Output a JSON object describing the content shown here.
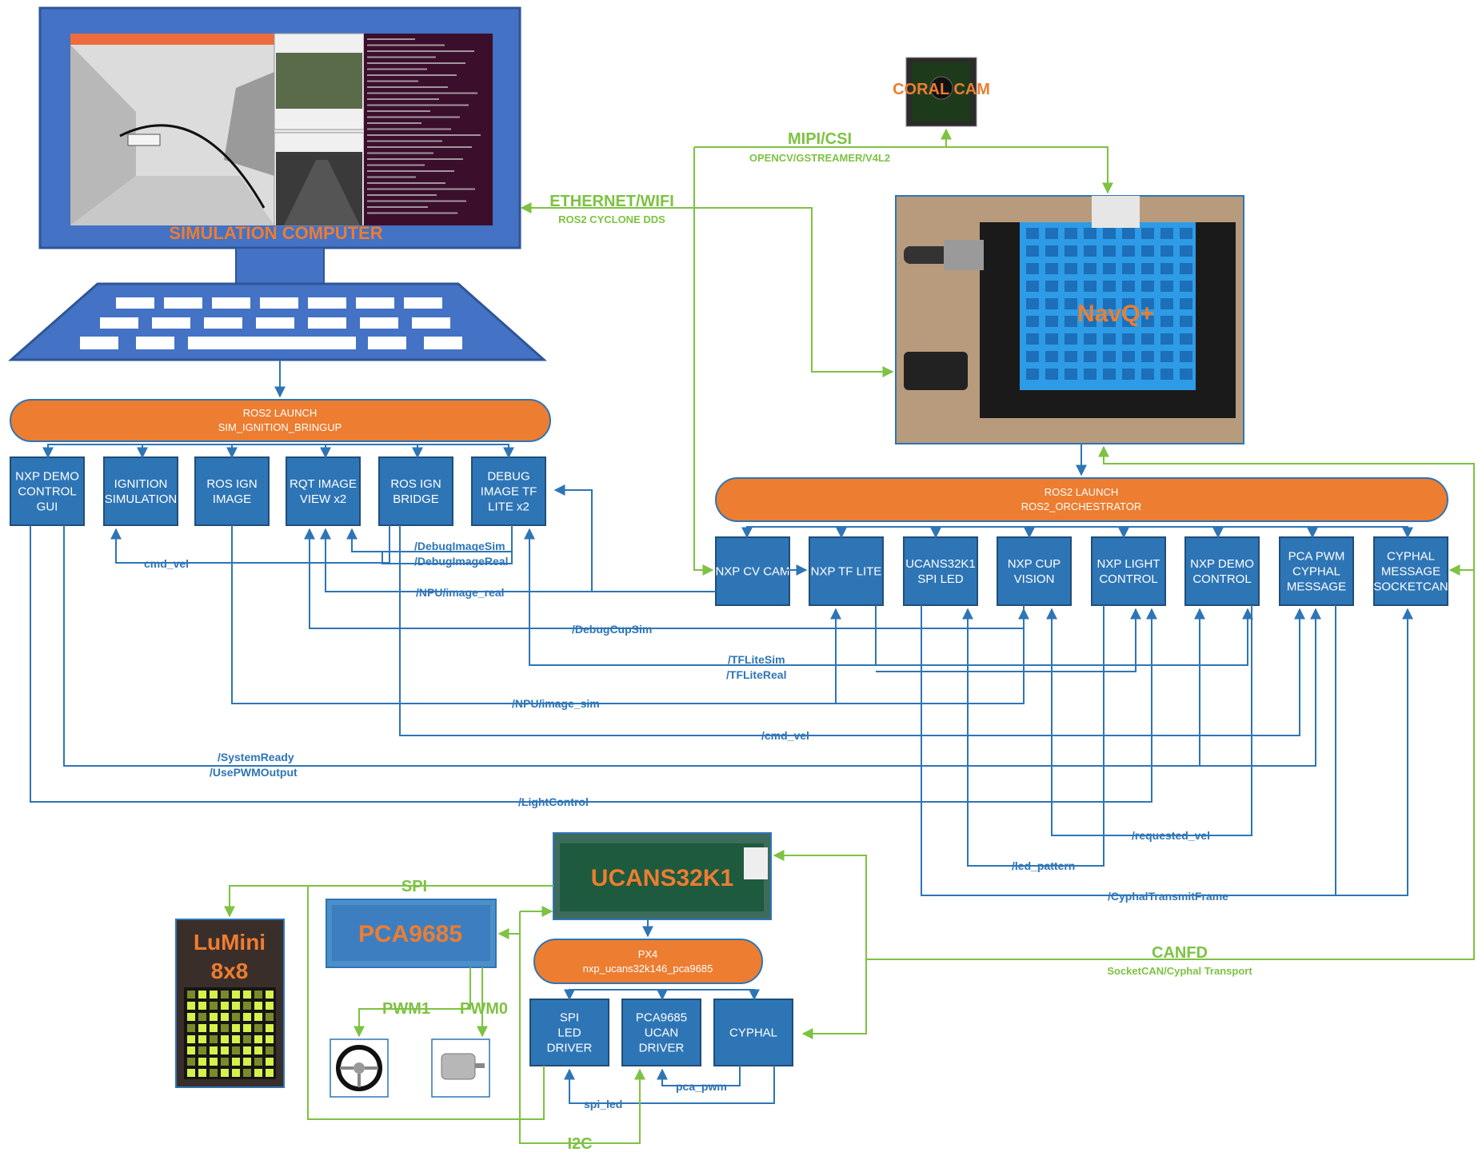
{
  "computer": {
    "title": "SIMULATION COMPUTER"
  },
  "hardware": {
    "coral_cam": "CORAL CAM",
    "navq": "NavQ+",
    "ucans": "UCANS32K1",
    "pca9685": "PCA9685",
    "lumini_line1": "LuMini",
    "lumini_line2": "8x8"
  },
  "pills": {
    "sim_launch": [
      "ROS2 LAUNCH",
      "SIM_IGNITION_BRINGUP"
    ],
    "orchestrator": [
      "ROS2 LAUNCH",
      "ROS2_ORCHESTRATOR"
    ],
    "px4": [
      "PX4",
      "nxp_ucans32k146_pca9685"
    ]
  },
  "sim_nodes": [
    [
      "NXP DEMO",
      "CONTROL",
      "GUI"
    ],
    [
      "IGNITION",
      "SIMULATION"
    ],
    [
      "ROS IGN",
      "IMAGE"
    ],
    [
      "RQT IMAGE",
      "VIEW x2"
    ],
    [
      "ROS IGN",
      "BRIDGE"
    ],
    [
      "DEBUG",
      "IMAGE TF",
      "LITE x2"
    ]
  ],
  "navq_nodes": [
    [
      "NXP CV CAM"
    ],
    [
      "NXP TF LITE"
    ],
    [
      "UCANS32K1",
      "SPI LED"
    ],
    [
      "NXP CUP",
      "VISION"
    ],
    [
      "NXP LIGHT",
      "CONTROL"
    ],
    [
      "NXP DEMO",
      "CONTROL"
    ],
    [
      "PCA PWM",
      "CYPHAL",
      "MESSAGE"
    ],
    [
      "CYPHAL",
      "MESSAGE",
      "SOCKETCAN"
    ]
  ],
  "px4_nodes": [
    [
      "SPI",
      "LED",
      "DRIVER"
    ],
    [
      "PCA9685",
      "UCAN",
      "DRIVER"
    ],
    [
      "CYPHAL"
    ]
  ],
  "topics": {
    "cmd_vel_left": "cmd_vel",
    "debug_image_sim": "/DebugImageSim",
    "debug_image_real": "/DebugImageReal",
    "npu_image_real": "/NPU/image_real",
    "debug_cup_sim": "/DebugCupSim",
    "tflite_sim": "/TFLiteSim",
    "tflite_real": "/TFLiteReal",
    "npu_image_sim": "/NPU/image_sim",
    "cmd_vel": "/cmd_vel",
    "system_ready": "/SystemReady",
    "use_pwm_output": "/UsePWMOutput",
    "light_control": "/LightControl",
    "requested_vel": "/requested_vel",
    "led_pattern": "/led_pattern",
    "cyphal_transmit": "/CyphalTransmitFrame",
    "spi_led": "spi_led",
    "pca_pwm": "pca_pwm"
  },
  "links": {
    "ethernet": "ETHERNET/WIFI",
    "ethernet_sub": "ROS2 CYCLONE DDS",
    "mipi": "MIPI/CSI",
    "mipi_sub": "OPENCV/GSTREAMER/V4L2",
    "canfd": "CANFD",
    "canfd_sub": "SocketCAN/Cyphal Transport",
    "spi": "SPI",
    "i2c": "I2C",
    "pwm1": "PWM1",
    "pwm0": "PWM0"
  },
  "colors": {
    "blue": "#4472C4",
    "box_blue": "#2E75B6",
    "orange": "#ED7D31",
    "green": "#7DC242",
    "line_blue": "#2E75B6"
  }
}
